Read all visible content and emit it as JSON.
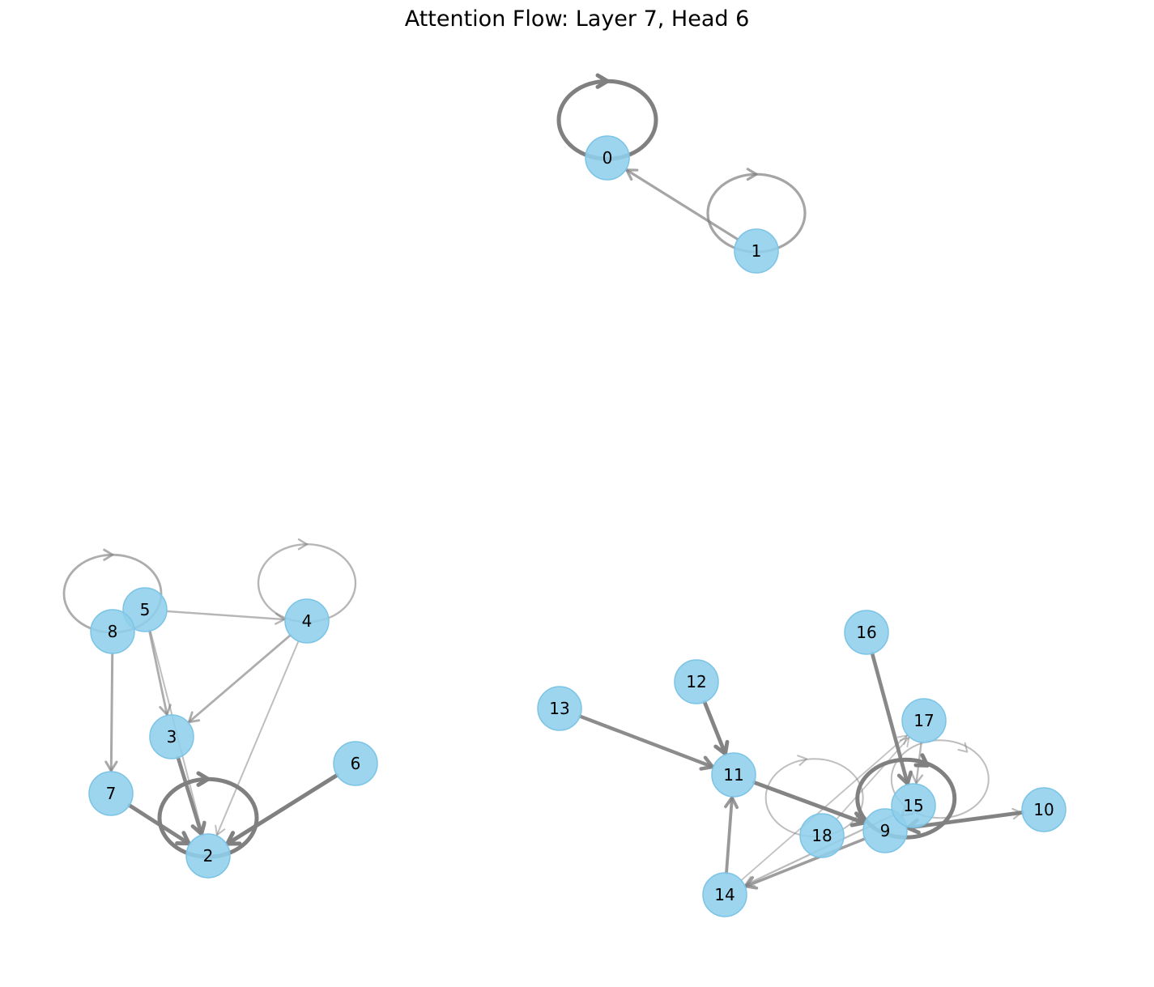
{
  "title": "Attention Flow: Layer 7, Head 6",
  "colors": {
    "node_fill": "#8ecfeb",
    "node_stroke": "#7cc4e6",
    "edge": "#808080",
    "background": "#ffffff"
  },
  "nodes": [
    {
      "id": "0",
      "label": "0"
    },
    {
      "id": "1",
      "label": "1"
    },
    {
      "id": "2",
      "label": "2"
    },
    {
      "id": "3",
      "label": "3"
    },
    {
      "id": "4",
      "label": "4"
    },
    {
      "id": "5",
      "label": "5"
    },
    {
      "id": "6",
      "label": "6"
    },
    {
      "id": "7",
      "label": "7"
    },
    {
      "id": "8",
      "label": "8"
    },
    {
      "id": "9",
      "label": "9"
    },
    {
      "id": "10",
      "label": "10"
    },
    {
      "id": "11",
      "label": "11"
    },
    {
      "id": "12",
      "label": "12"
    },
    {
      "id": "13",
      "label": "13"
    },
    {
      "id": "14",
      "label": "14"
    },
    {
      "id": "15",
      "label": "15"
    },
    {
      "id": "16",
      "label": "16"
    },
    {
      "id": "17",
      "label": "17"
    },
    {
      "id": "18",
      "label": "18"
    }
  ],
  "edges": [
    {
      "source": "0",
      "target": "0",
      "weight": 1.0
    },
    {
      "source": "1",
      "target": "1",
      "weight": 0.55
    },
    {
      "source": "1",
      "target": "0",
      "weight": 0.55
    },
    {
      "source": "2",
      "target": "2",
      "weight": 1.0
    },
    {
      "source": "3",
      "target": "2",
      "weight": 0.9
    },
    {
      "source": "6",
      "target": "2",
      "weight": 1.0
    },
    {
      "source": "7",
      "target": "2",
      "weight": 0.95
    },
    {
      "source": "4",
      "target": "2",
      "weight": 0.25
    },
    {
      "source": "4",
      "target": "4",
      "weight": 0.35
    },
    {
      "source": "4",
      "target": "3",
      "weight": 0.45
    },
    {
      "source": "5",
      "target": "4",
      "weight": 0.35
    },
    {
      "source": "5",
      "target": "3",
      "weight": 0.45
    },
    {
      "source": "5",
      "target": "2",
      "weight": 0.25
    },
    {
      "source": "8",
      "target": "8",
      "weight": 0.45
    },
    {
      "source": "8",
      "target": "7",
      "weight": 0.5
    },
    {
      "source": "13",
      "target": "11",
      "weight": 0.85
    },
    {
      "source": "12",
      "target": "11",
      "weight": 0.95
    },
    {
      "source": "14",
      "target": "11",
      "weight": 0.7
    },
    {
      "source": "11",
      "target": "9",
      "weight": 0.95
    },
    {
      "source": "9",
      "target": "9",
      "weight": 1.0
    },
    {
      "source": "10",
      "target": "9",
      "weight": 0.95
    },
    {
      "source": "16",
      "target": "15",
      "weight": 0.9
    },
    {
      "source": "17",
      "target": "15",
      "weight": 0.35
    },
    {
      "source": "15",
      "target": "15",
      "weight": 0.25
    },
    {
      "source": "18",
      "target": "18",
      "weight": 0.25
    },
    {
      "source": "18",
      "target": "17",
      "weight": 0.2
    },
    {
      "source": "14",
      "target": "17",
      "weight": 0.2
    },
    {
      "source": "9",
      "target": "14",
      "weight": 0.65
    },
    {
      "source": "15",
      "target": "14",
      "weight": 0.3
    },
    {
      "source": "9",
      "target": "10",
      "weight": 0.3
    },
    {
      "source": "15",
      "target": "9",
      "weight": 0.5
    }
  ]
}
